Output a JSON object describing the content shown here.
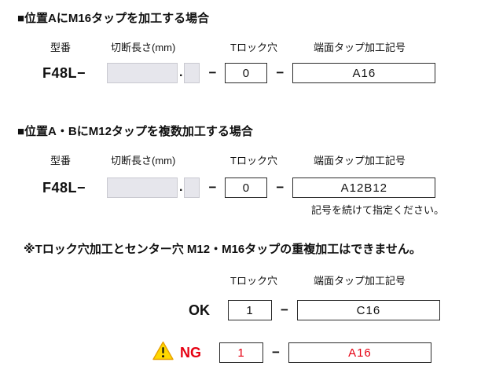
{
  "sections": {
    "s1": {
      "heading": "■位置AにM16タップを加工する場合",
      "col_model": "型番",
      "col_length": "切断長さ(mm)",
      "col_tlock": "Tロック穴",
      "col_endtap": "端面タップ加工記号",
      "model_prefix": "F48L−",
      "dot": ".",
      "dash": "−",
      "tlock_value": "0",
      "endtap_value": "A16"
    },
    "s2": {
      "heading": "■位置A・BにM12タップを複数加工する場合",
      "col_model": "型番",
      "col_length": "切断長さ(mm)",
      "col_tlock": "Tロック穴",
      "col_endtap": "端面タップ加工記号",
      "model_prefix": "F48L−",
      "dot": ".",
      "dash": "−",
      "tlock_value": "0",
      "endtap_value": "A12B12",
      "note": "記号を続けて指定ください。"
    },
    "s3": {
      "heading": "※Tロック穴加工とセンター穴 M12・M16タップの重複加工はできません。",
      "col_tlock": "Tロック穴",
      "col_endtap": "端面タップ加工記号",
      "dash": "−",
      "ok_label": "OK",
      "ok_tlock": "1",
      "ok_endtap": "C16",
      "ng_label": "NG",
      "ng_tlock": "1",
      "ng_endtap": "A16",
      "warning_icon": "warning-triangle"
    }
  },
  "colors": {
    "ng_red": "#e60012",
    "gray_box": "#e6e6ec",
    "box_border": "#2b2b2b",
    "warning_yellow": "#ffd800"
  }
}
